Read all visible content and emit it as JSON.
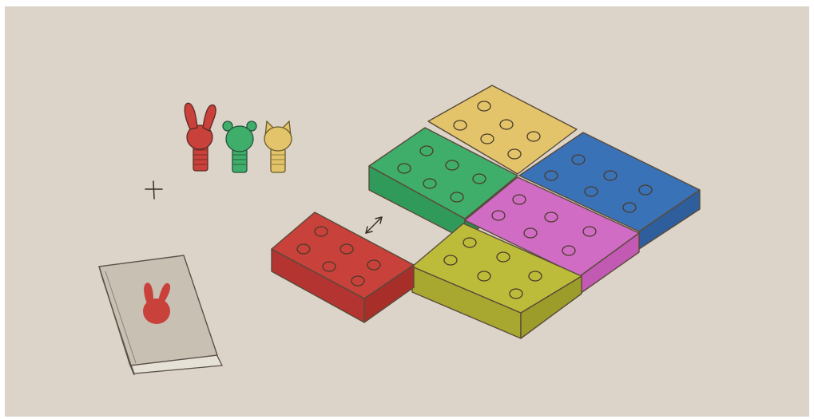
{
  "scene": {
    "background": "#dcd4c9",
    "pieces": [
      {
        "name": "red-rabbit-peg",
        "color": "#c8413a"
      },
      {
        "name": "green-bear-peg",
        "color": "#3fae6a"
      },
      {
        "name": "yellow-cat-peg",
        "color": "#e3c46a"
      }
    ],
    "book_color": "#c7c0b3",
    "book_emblem_color": "#c8413a",
    "bricks": [
      {
        "name": "yellow-brick",
        "color": "#e3c46a"
      },
      {
        "name": "green-brick",
        "color": "#3fae6a"
      },
      {
        "name": "blue-brick",
        "color": "#3a72b8"
      },
      {
        "name": "pink-brick",
        "color": "#d06cc4"
      },
      {
        "name": "olive-brick",
        "color": "#bcbc3a"
      },
      {
        "name": "red-brick",
        "color": "#c8413a"
      }
    ]
  }
}
